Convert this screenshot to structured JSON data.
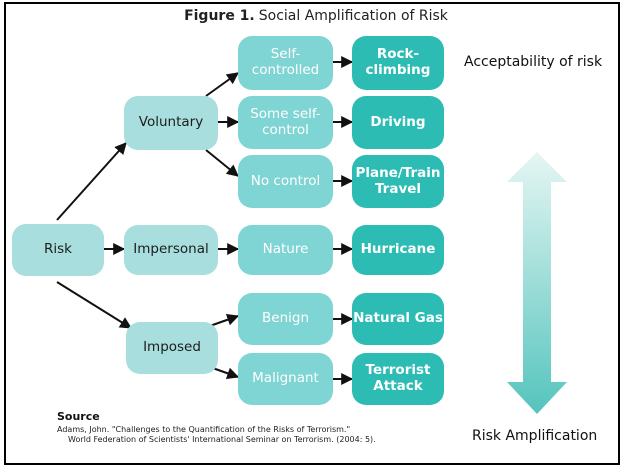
{
  "figure": {
    "label": "Figure 1.",
    "title": "Social Amplification of Risk"
  },
  "nodes": {
    "risk": "Risk",
    "voluntary": "Voluntary",
    "impersonal": "Impersonal",
    "imposed": "Imposed",
    "self_controlled": "Self-\ncontrolled",
    "some_self_control": "Some self-\ncontrol",
    "no_control": "No control",
    "nature": "Nature",
    "benign": "Benign",
    "malignant": "Malignant",
    "rock_climbing": "Rock-\nclimbing",
    "driving": "Driving",
    "plane_train": "Plane/Train\nTravel",
    "hurricane": "Hurricane",
    "natural_gas": "Natural Gas",
    "terrorist_attack": "Terrorist\nAttack"
  },
  "scale": {
    "top_label": "Acceptability of risk",
    "bottom_label": "Risk Amplification"
  },
  "source": {
    "heading": "Source",
    "line1": "Adams, John. \"Challenges to the Quantification of the Risks of Terrorism.\"",
    "line2": "World Federation of Scientists' International Seminar on Terrorism. (2004: 5)."
  },
  "colors": {
    "light": "#a8dede",
    "mid": "#7fd4d4",
    "dark": "#2cbcb4",
    "arrow_gradient_light": "#e6f6f3",
    "arrow_gradient_dark": "#54c4bd"
  }
}
